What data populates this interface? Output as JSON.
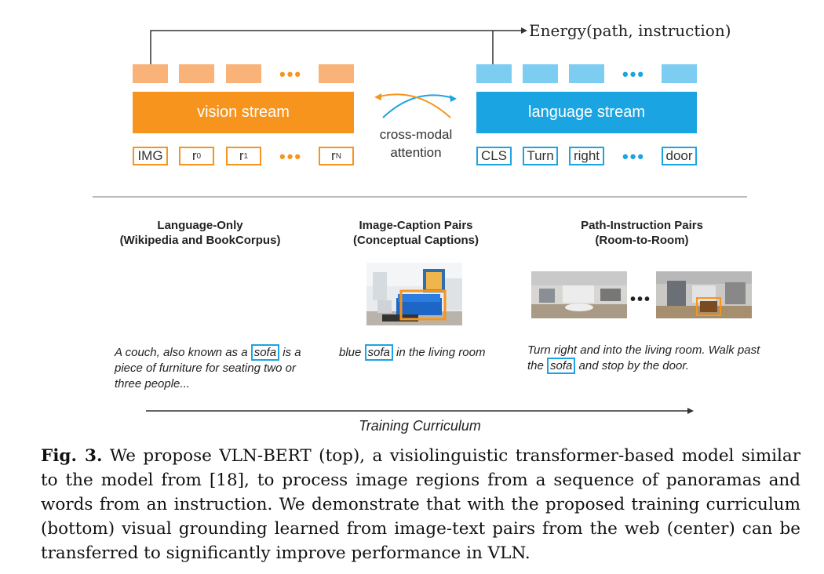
{
  "energy_label": "Energy(path, instruction)",
  "vision_stream": {
    "label": "vision stream",
    "inputs": [
      "IMG",
      "r",
      "r",
      "r"
    ],
    "superscripts": [
      "0",
      "1",
      "N"
    ],
    "ellipsis": "•••",
    "color": "#f7941e"
  },
  "language_stream": {
    "label": "language stream",
    "inputs": [
      "CLS",
      "Turn",
      "right",
      "door"
    ],
    "ellipsis": "•••",
    "color": "#1ba4e2"
  },
  "cross_modal": {
    "line1": "cross-modal",
    "line2": "attention"
  },
  "stages": [
    {
      "title": "Language-Only",
      "subtitle": "(Wikipedia and BookCorpus)",
      "text_before": "A couch, also known as a ",
      "highlight": "sofa",
      "text_after": "is a piece of furniture for seating two or three people..."
    },
    {
      "title": "Image-Caption Pairs",
      "subtitle": "(Conceptual Captions)",
      "text_before": "blue ",
      "highlight": "sofa",
      "text_after": " in the living room"
    },
    {
      "title": "Path-Instruction Pairs",
      "subtitle": "(Room-to-Room)",
      "text_before": "Turn right and into the living room. Walk past the ",
      "highlight": "sofa",
      "text_after": " and stop by the door.",
      "ellipsis": "•••"
    }
  ],
  "curriculum_label": "Training Curriculum",
  "caption": {
    "label": "Fig. 3.",
    "text": " We propose VLN-BERT (top), a visiolinguistic transformer-based model similar to the model from [18], to process image regions from a sequence of panoramas and words from an instruction. We demonstrate that with the proposed training curriculum (bottom) visual grounding learned from image-text pairs from the web (center) can be transferred to significantly improve performance in VLN."
  }
}
